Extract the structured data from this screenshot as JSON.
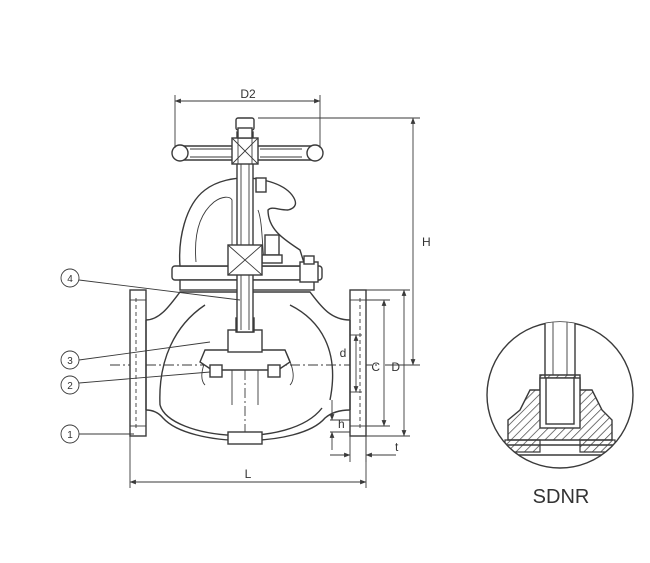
{
  "dimensions": {
    "d2": "D2",
    "h_total": "H",
    "d_bore": "d",
    "c_pcd": "C",
    "d_flange": "D",
    "h_flange": "h",
    "t_thickness": "t",
    "l_length": "L"
  },
  "callouts": [
    "1",
    "2",
    "3",
    "4"
  ],
  "detail": {
    "label": "SDNR"
  }
}
